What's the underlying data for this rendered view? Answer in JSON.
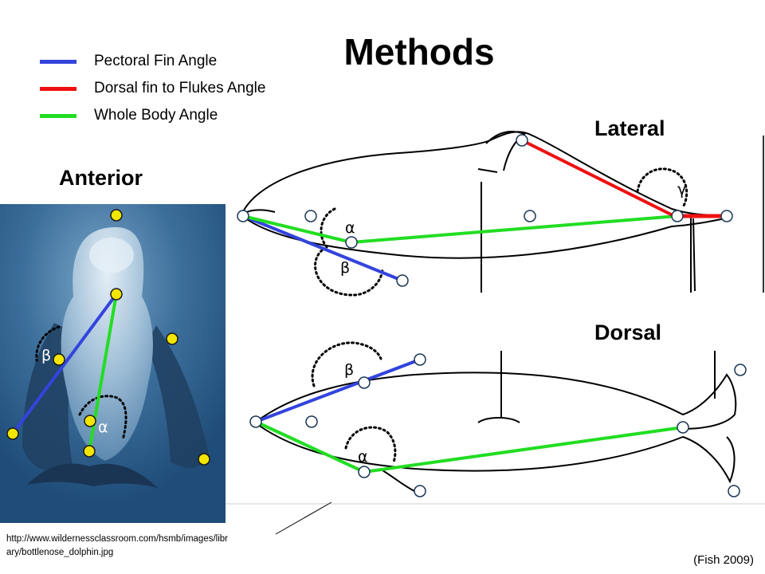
{
  "title": "Methods",
  "legend": [
    {
      "label": "Pectoral Fin Angle",
      "color": "#3344dd"
    },
    {
      "label": "Dorsal fin to Flukes Angle",
      "color": "#ee1111"
    },
    {
      "label": "Whole Body Angle",
      "color": "#22dd22"
    }
  ],
  "views": {
    "anterior": "Anterior",
    "lateral": "Lateral",
    "dorsal": "Dorsal"
  },
  "angles": {
    "alpha": "α",
    "beta": "β",
    "gamma": "γ"
  },
  "credit": "http://www.wildernessclassroom.com/hsmb/images/library/bottlenose_dolphin.jpg",
  "citation": "(Fish 2009)",
  "colors": {
    "marker": "#f2e600",
    "photo_bg": "#2a5d8c",
    "pectoral": "#3344dd",
    "flukes": "#ee1111",
    "whole_body": "#22dd22"
  }
}
